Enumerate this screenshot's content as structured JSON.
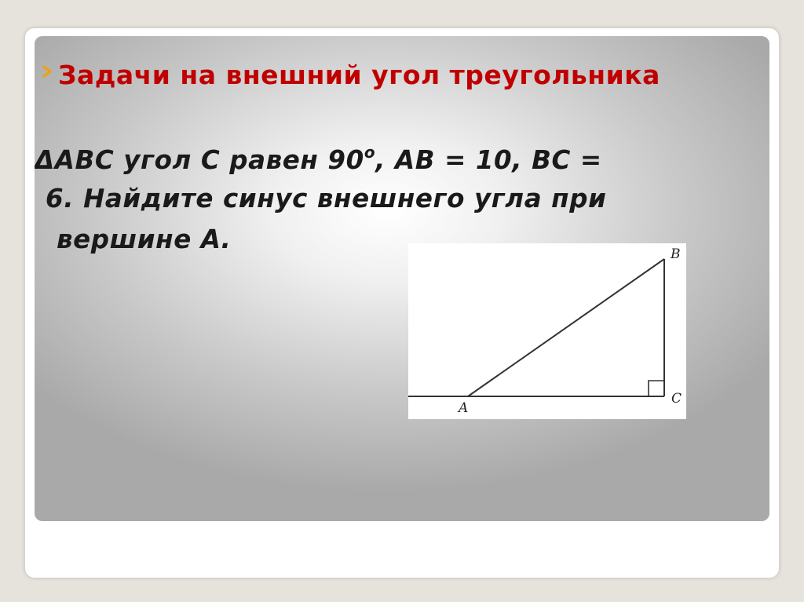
{
  "slide": {
    "title": "Задачи на внешний угол треугольника",
    "problem": {
      "line1_before_degree": "ΔАВС  угол С равен 90",
      "degree_mark": "о",
      "line1_after_degree": ", АВ = 10, ВС =",
      "line2": "6. Найдите синус внешнего угла при",
      "line3": "вершине А."
    }
  },
  "figure": {
    "vertex_a": "A",
    "vertex_b": "B",
    "vertex_c": "C"
  },
  "colors": {
    "title": "#c00000",
    "bullet": "#e8a317",
    "text": "#1a1a1a"
  }
}
